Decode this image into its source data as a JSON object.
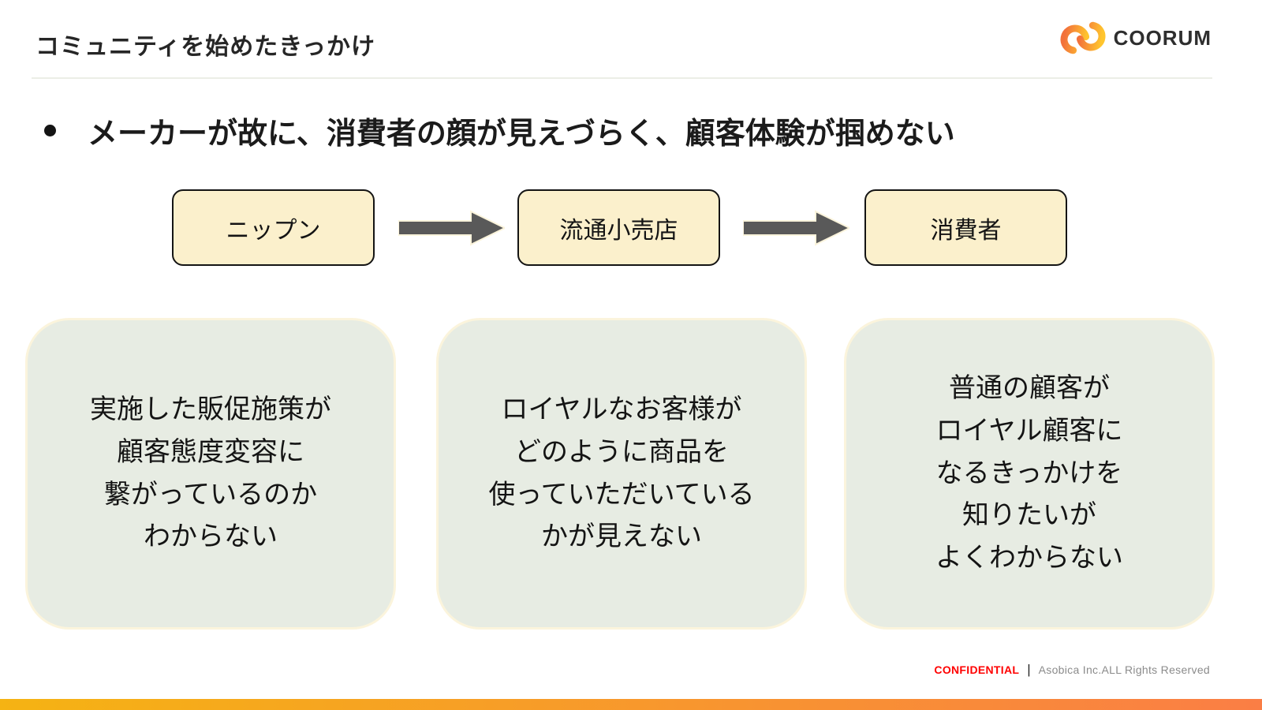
{
  "header": {
    "title": "コミュニティを始めたきっかけ",
    "logo_text": "coorum"
  },
  "headline": {
    "text": "メーカーが故に、消費者の顔が見えづらく、顧客体験が掴めない"
  },
  "flow": {
    "nodes": [
      {
        "label": "ニップン"
      },
      {
        "label": "流通小売店"
      },
      {
        "label": "消費者"
      }
    ]
  },
  "issues": [
    {
      "text": "実施した販促施策が\n顧客態度変容に\n繋がっているのか\nわからない"
    },
    {
      "text": "ロイヤルなお客様が\nどのように商品を\n使っていただいている\nかが見えない"
    },
    {
      "text": "普通の顧客が\nロイヤル顧客に\nなるきっかけを\n知りたいが\nよくわからない"
    }
  ],
  "footer": {
    "confidential": "CONFIDENTIAL",
    "divider": "|",
    "rights": "Asobica Inc.ALL Rights Reserved"
  },
  "colors": {
    "node_fill": "#fbf0cc",
    "card_fill": "#e7ece3",
    "cream_border": "#fbf4dc",
    "divider": "#eceee6",
    "arrow_gray": "#595959",
    "confidential_red": "#ff0000",
    "bar_left": "#f5b313",
    "bar_right": "#fa7e45",
    "logo_yellow": "#ffc52e",
    "logo_orange": "#f2713b"
  }
}
